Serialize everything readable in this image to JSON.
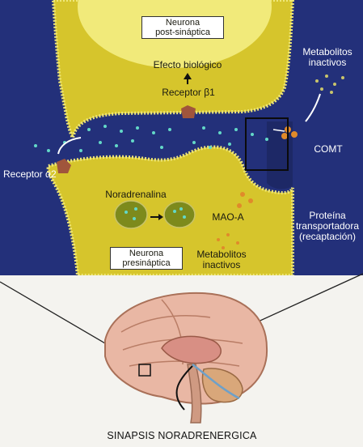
{
  "diagram": {
    "labels": {
      "postsynaptic_neuron": [
        "Neurona",
        "post-sináptica"
      ],
      "biological_effect": "Efecto biológico",
      "beta1_receptor": "Receptor β1",
      "inactive_metabolites_top": [
        "Metabolitos",
        "inactivos"
      ],
      "comt": "COMT",
      "alpha2_receptor": "Receptor α2",
      "norepinephrine": "Noradrenalina",
      "mao_a": "MAO-A",
      "transporter_protein": [
        "Proteína",
        "transportadora",
        "(recaptación)"
      ],
      "presynaptic_neuron": [
        "Neurona",
        "presináptica"
      ],
      "inactive_metabolites_bottom": [
        "Metabolitos",
        "inactivos"
      ]
    },
    "caption": "SINAPSIS NORADRENERGICA"
  },
  "colors": {
    "cleft_blue": "#23307a",
    "membrane_yellow": "#e4d93a",
    "cytoplasm_yellow": "#d6c52c",
    "nucleus_yellow": "#f1ea7a",
    "vesicle_green": "#7d8a1c",
    "neurotransmitter_cyan": "#63d8c8",
    "receptor_brown": "#a0553c",
    "metabolite_orange": "#e08a2a",
    "brain_pink": "#e9b7a4",
    "caption_bg": "#f4f3ef"
  }
}
